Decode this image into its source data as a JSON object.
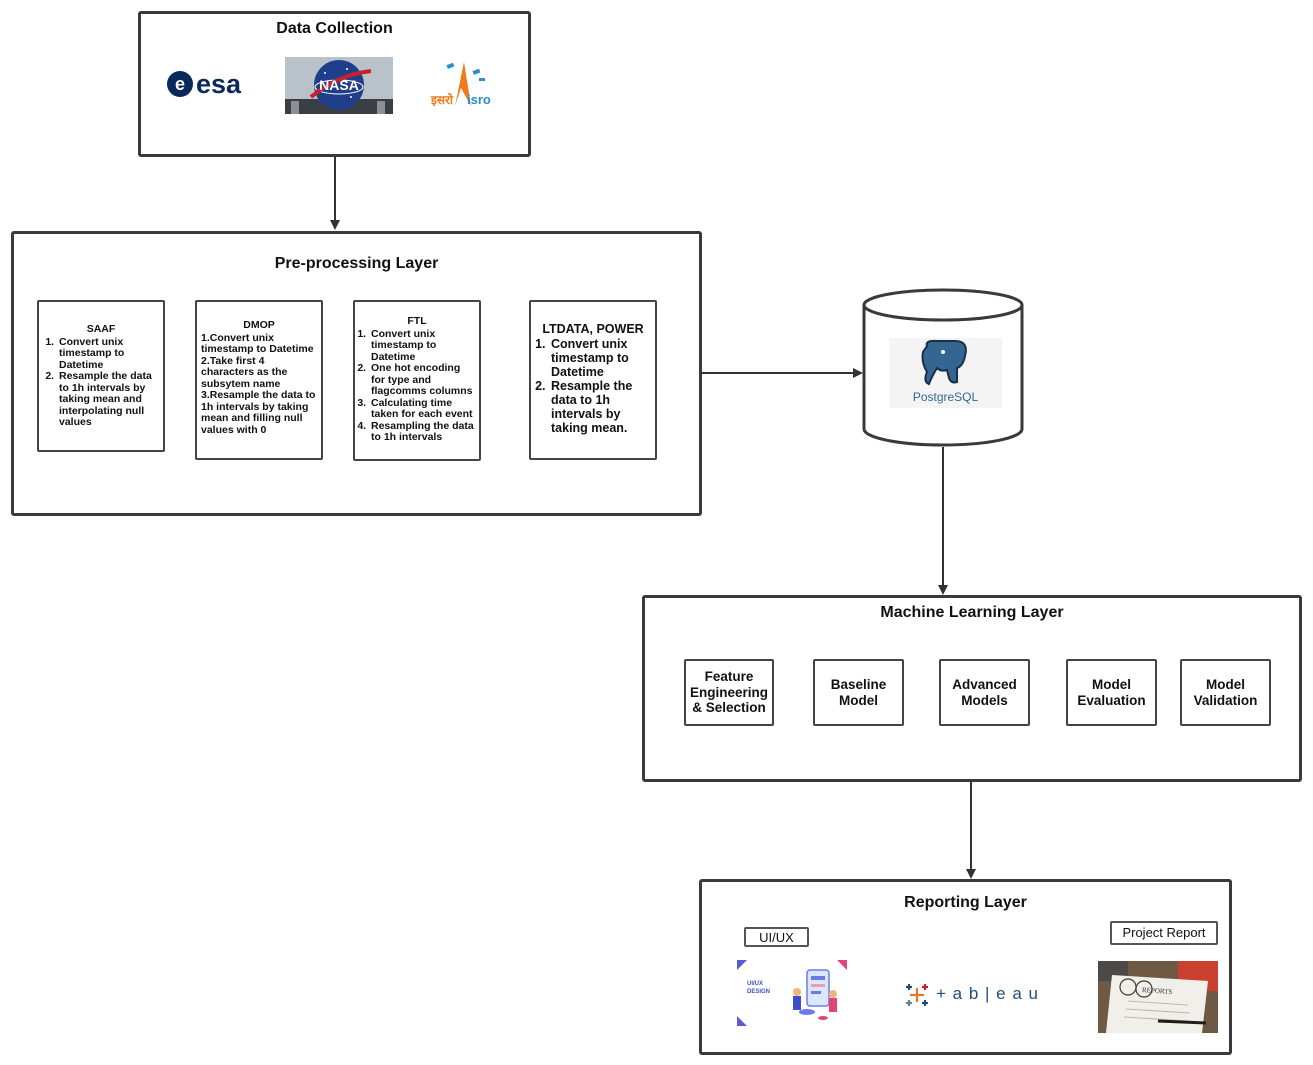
{
  "data_collection": {
    "title": "Data Collection",
    "logos": {
      "esa": "esa",
      "nasa": "NASA",
      "isro_hindi": "इसरो",
      "isro": "isro"
    }
  },
  "preprocessing": {
    "title": "Pre-processing Layer",
    "saaf": {
      "heading": "SAAF",
      "items": [
        "Convert unix timestamp to Datetime",
        "Resample the data to 1h intervals by taking mean and interpolating null values"
      ]
    },
    "dmop": {
      "heading": "DMOP",
      "items": [
        "1.Convert unix timestamp to Datetime",
        "2.Take first 4 characters as the subsytem name",
        "3.Resample the data to 1h intervals by taking mean and filling null values with 0"
      ]
    },
    "ftl": {
      "heading": "FTL",
      "items": [
        "Convert unix timestamp to Datetime",
        "One hot encoding for type and flagcomms columns",
        "Calculating time taken for each event",
        "Resampling the data to 1h intervals"
      ]
    },
    "ltdata": {
      "heading": "LTDATA, POWER",
      "items": [
        "Convert unix timestamp to Datetime",
        "Resample the data to 1h intervals by taking mean."
      ]
    }
  },
  "database": {
    "label_postgre": "Postgre",
    "label_sql": "SQL"
  },
  "ml_layer": {
    "title": "Machine Learning Layer",
    "steps": [
      "Feature Engineering & Selection",
      "Baseline Model",
      "Advanced Models",
      "Model Evaluation",
      "Model Validation"
    ]
  },
  "reporting": {
    "title": "Reporting Layer",
    "uiux_tag": "UI/UX",
    "uiux_image_text": "UI/UX DESIGN",
    "tableau_text": "+ a b | e a u",
    "report_tag": "Project Report",
    "report_image_text": "REPORTS"
  },
  "colors": {
    "border": "#3a3a3a",
    "esa_blue": "#0b2a5b",
    "nasa_blue": "#1f3f8a",
    "nasa_red": "#c8202c",
    "isro_orange": "#f07a1a",
    "isro_blue": "#2a8fd0",
    "postgres_blue": "#336791",
    "tableau_blue": "#1f4e79",
    "tableau_orange": "#e8762d"
  }
}
